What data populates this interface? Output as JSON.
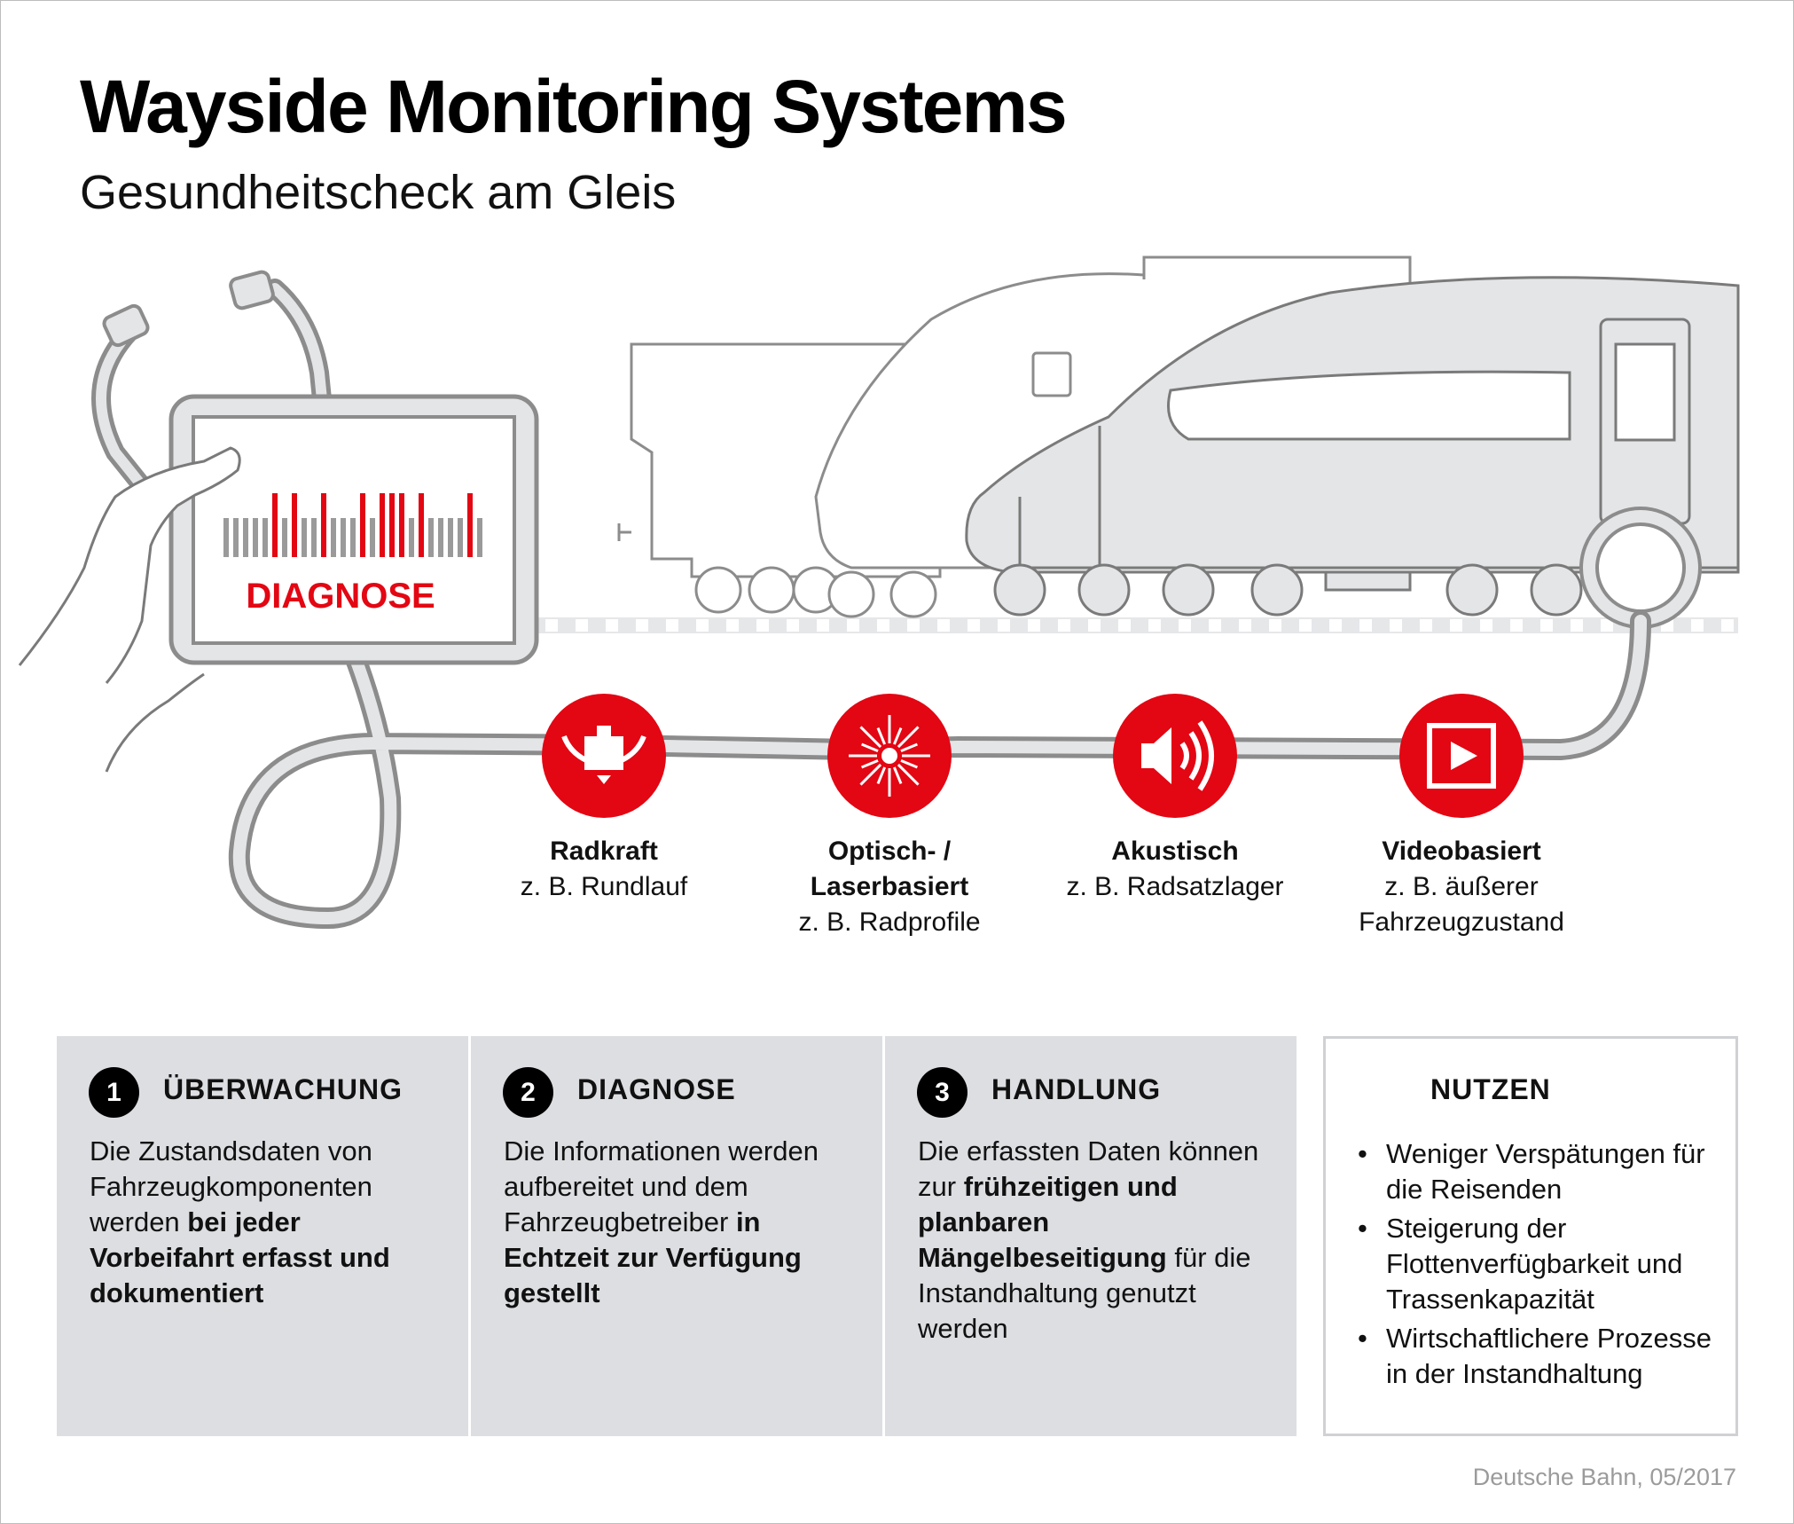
{
  "header": {
    "title": "Wayside Monitoring Systems",
    "subtitle": "Gesundheitscheck am Gleis"
  },
  "tablet": {
    "label": "DIAGNOSE"
  },
  "colors": {
    "accent": "#e30613",
    "panel_gray": "#dcdee1",
    "line_gray": "#8c8c8c",
    "fill_gray": "#e4e5e7"
  },
  "methods": [
    {
      "title": "Radkraft",
      "detail": "z. B. Rundlauf",
      "icon": "scale-weight-icon"
    },
    {
      "title": "Optisch- / Laserbasiert",
      "title_line1": "Optisch- /",
      "title_line2": "Laserbasiert",
      "detail": "z. B. Radprofile",
      "icon": "laser-burst-icon"
    },
    {
      "title": "Akustisch",
      "detail": "z. B. Radsatzlager",
      "icon": "speaker-icon"
    },
    {
      "title": "Videobasiert",
      "detail_line1": "z. B. äußerer",
      "detail_line2": "Fahrzeugzustand",
      "icon": "video-play-icon"
    }
  ],
  "panels": {
    "monitoring": {
      "number": "1",
      "title": "ÜBERWACHUNG",
      "text_plain": "Die Zustandsdaten von Fahrzeugkomponenten werden ",
      "text_bold": "bei jeder Vorbeifahrt erfasst und dokumentiert"
    },
    "diagnosis": {
      "number": "2",
      "title": "DIAGNOSE",
      "text_plain": "Die Informationen werden aufbereitet und dem Fahrzeugbetreiber ",
      "text_bold": "in Echtzeit zur Verfügung gestellt"
    },
    "action": {
      "number": "3",
      "title": "HANDLUNG",
      "text_plain1": "Die erfassten Daten können zur ",
      "text_bold": "frühzeitigen und planbaren Mängelbeseitigung",
      "text_plain2": " für die Instandhaltung genutzt werden"
    },
    "benefits": {
      "title": "NUTZEN",
      "items": [
        "Weniger Verspätungen für die Reisenden",
        "Steigerung der Flottenverfügbarkeit und Trassenkapazität",
        "Wirtschaftlichere Prozesse in der Instandhaltung"
      ]
    }
  },
  "footer": {
    "source": "Deutsche Bahn, 05/2017"
  }
}
